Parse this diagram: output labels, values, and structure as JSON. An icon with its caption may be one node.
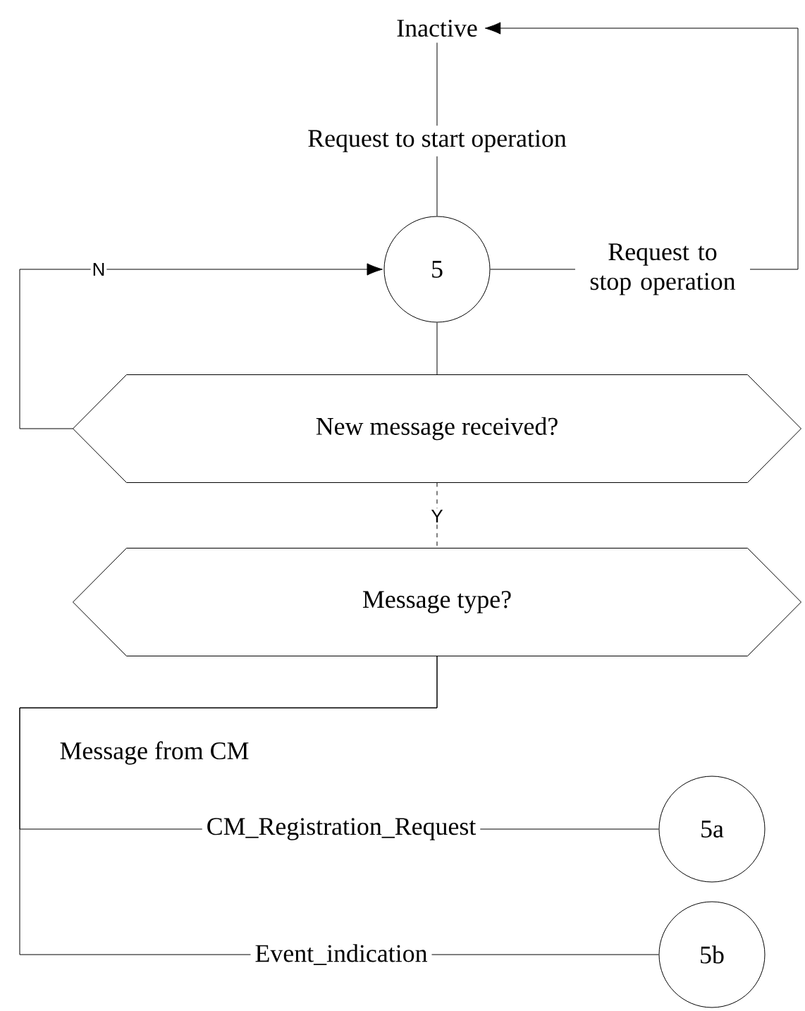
{
  "diagram": {
    "nodes": [
      {
        "text": [
          "Inactive"
        ]
      },
      {
        "text": [
          "5"
        ]
      },
      {
        "text": [
          "New message received?"
        ]
      },
      {
        "text": [
          "Message type?"
        ]
      },
      {
        "text": [
          "5a"
        ]
      },
      {
        "text": [
          "5b"
        ]
      }
    ],
    "edges": [
      {
        "from": 0,
        "to": 1,
        "arrow": "none",
        "label": "Request to start operation"
      },
      {
        "from": 1,
        "to": 0,
        "arrow": "to",
        "label": "Request to stop operation"
      },
      {
        "from": 1,
        "to": 2,
        "arrow": "none"
      },
      {
        "from": 2,
        "to": 1,
        "arrow": "to",
        "label": "N"
      },
      {
        "from": 2,
        "to": 3,
        "arrow": "none",
        "label": "Y",
        "style": "dashed"
      },
      {
        "from": 3,
        "to": 4,
        "arrow": "none",
        "label": "CM_Registration_Request"
      },
      {
        "from": 3,
        "to": 5,
        "arrow": "none",
        "label": "Event_indication"
      }
    ],
    "labels": [
      "Message from CM"
    ]
  }
}
